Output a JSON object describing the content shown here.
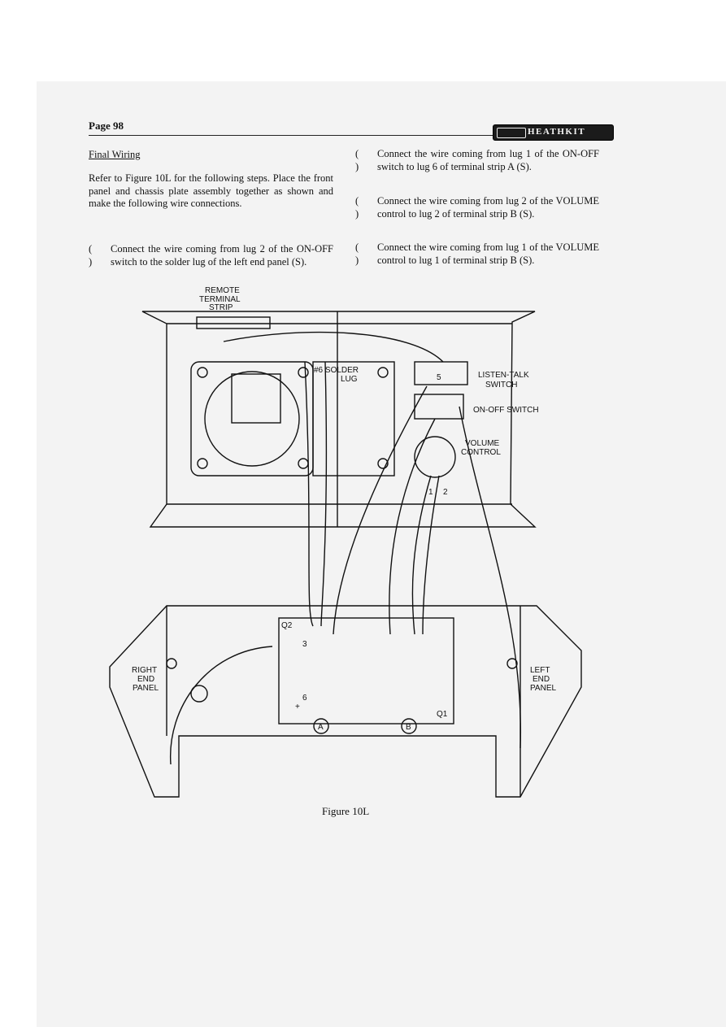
{
  "page": {
    "number": "Page 98",
    "brand": "HEATHKIT"
  },
  "left_column": {
    "heading": "Final Wiring",
    "intro": "Refer to Figure 10L for the following steps. Place the front panel and chassis plate assembly together as shown and make the following wire connections."
  },
  "steps": [
    {
      "checkbox": "( )",
      "text": "Connect the wire coming from lug 2 of the ON-OFF switch to the solder lug of the left end panel (S)."
    },
    {
      "checkbox": "( )",
      "text": "Connect the wire coming from lug 1 of the ON-OFF switch to lug 6 of terminal strip A (S)."
    },
    {
      "checkbox": "( )",
      "text": "Connect the wire coming from lug 2 of the VOLUME control to lug 2 of terminal strip B (S)."
    },
    {
      "checkbox": "( )",
      "text": "Connect the wire coming from lug 1 of the VOLUME control to lug 1 of terminal strip B (S)."
    }
  ],
  "figure": {
    "caption": "Figure 10L",
    "labels": {
      "remote_l1": "REMOTE",
      "remote_l2": "TERMINAL",
      "remote_l3": "STRIP",
      "solder_l1": "#6  SOLDER",
      "solder_l2": "LUG",
      "listen_l1": "LISTEN-TALK",
      "listen_l2": "SWITCH",
      "onoff": "ON-OFF SWITCH",
      "volume_l1": "VOLUME",
      "volume_l2": "CONTROL",
      "right_l1": "RIGHT",
      "right_l2": "END",
      "right_l3": "PANEL",
      "left_l1": "LEFT",
      "left_l2": "END",
      "left_l3": "PANEL",
      "q1": "Q1",
      "q2": "Q2",
      "strip_a": "A",
      "strip_b": "B",
      "lug_1": "1",
      "lug_2": "2",
      "lug_3": "3",
      "lug_5": "5",
      "lug_6": "6",
      "plus": "+"
    }
  }
}
